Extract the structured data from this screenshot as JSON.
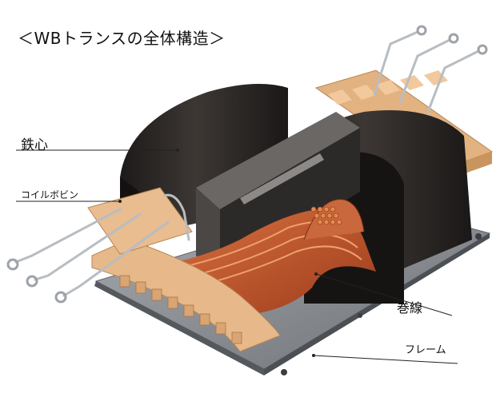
{
  "title": "＜WBトランスの全体構造＞",
  "labels": {
    "core": "鉄心",
    "bobbin": "コイルボビン",
    "winding": "巻線",
    "frame": "フレーム"
  },
  "colors": {
    "core": "#2b2624",
    "bobbin": "#e7b98a",
    "copper": "#c0532a",
    "frame": "#8a8e94",
    "background": "#ffffff"
  }
}
